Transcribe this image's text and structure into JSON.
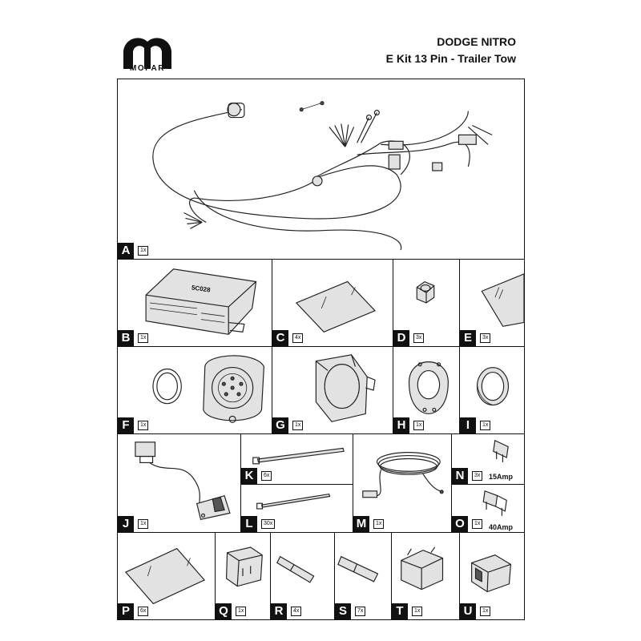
{
  "header": {
    "brand": "MOPAR",
    "title_line1": "DODGE NITRO",
    "title_line2": "E Kit 13 Pin - Trailer Tow"
  },
  "items": {
    "A": {
      "letter": "A",
      "qty": "1x"
    },
    "B": {
      "letter": "B",
      "qty": "1x",
      "module_text": "5C028"
    },
    "C": {
      "letter": "C",
      "qty": "4x"
    },
    "D": {
      "letter": "D",
      "qty": "3x"
    },
    "E": {
      "letter": "E",
      "qty": "3x"
    },
    "F": {
      "letter": "F",
      "qty": "1x"
    },
    "G": {
      "letter": "G",
      "qty": "1x"
    },
    "H": {
      "letter": "H",
      "qty": "1x"
    },
    "I": {
      "letter": "I",
      "qty": "1x"
    },
    "J": {
      "letter": "J",
      "qty": "1x"
    },
    "K": {
      "letter": "K",
      "qty": "6x"
    },
    "L": {
      "letter": "L",
      "qty": "30x"
    },
    "M": {
      "letter": "M",
      "qty": "1x"
    },
    "N": {
      "letter": "N",
      "qty": "3x",
      "rating": "15Amp"
    },
    "O": {
      "letter": "O",
      "qty": "1x",
      "rating": "40Amp"
    },
    "P": {
      "letter": "P",
      "qty": "6x"
    },
    "Q": {
      "letter": "Q",
      "qty": "1x"
    },
    "R": {
      "letter": "R",
      "qty": "4x"
    },
    "S": {
      "letter": "S",
      "qty": "7x"
    },
    "T": {
      "letter": "T",
      "qty": "1x"
    },
    "U": {
      "letter": "U",
      "qty": "1x"
    }
  }
}
